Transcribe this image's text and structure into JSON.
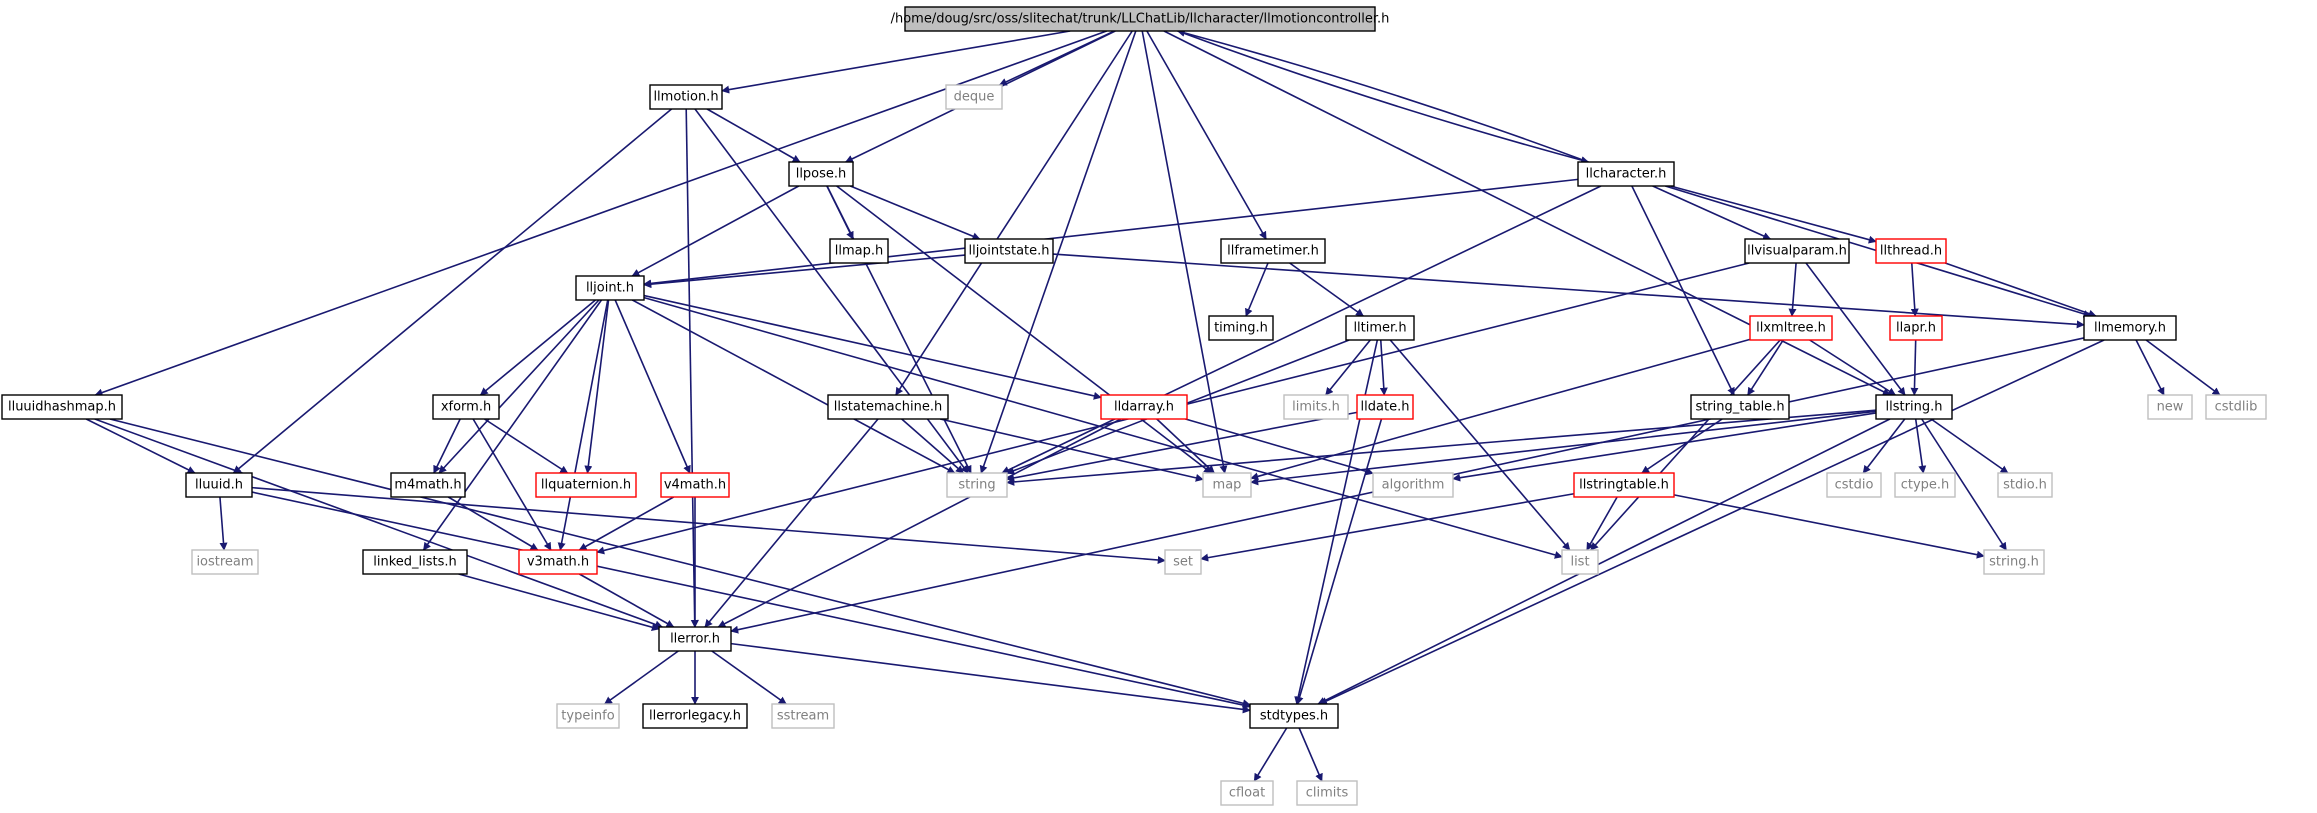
{
  "colors": {
    "edge": "#191970",
    "doc_border": "#000000",
    "doc_text": "#000000",
    "missing_border": "#bfbfbf",
    "missing_text": "#808080",
    "incomplete_border": "#ff0000",
    "root_fill": "#bfbfbf"
  },
  "nodes": [
    {
      "id": "root",
      "label": "/home/doug/src/oss/slitechat/trunk/LLChatLib/llcharacter/llmotioncontroller.h",
      "kind": "root"
    },
    {
      "id": "llmotion",
      "label": "llmotion.h",
      "kind": "doc"
    },
    {
      "id": "deque",
      "label": "deque",
      "kind": "missing"
    },
    {
      "id": "llcharacter",
      "label": "llcharacter.h",
      "kind": "doc"
    },
    {
      "id": "llpose",
      "label": "llpose.h",
      "kind": "doc"
    },
    {
      "id": "llmap",
      "label": "llmap.h",
      "kind": "doc"
    },
    {
      "id": "lljointstate",
      "label": "lljointstate.h",
      "kind": "doc"
    },
    {
      "id": "llframetimer",
      "label": "llframetimer.h",
      "kind": "doc"
    },
    {
      "id": "llvisualparam",
      "label": "llvisualparam.h",
      "kind": "doc"
    },
    {
      "id": "llthread",
      "label": "llthread.h",
      "kind": "incomplete"
    },
    {
      "id": "timing",
      "label": "timing.h",
      "kind": "doc"
    },
    {
      "id": "lltimer",
      "label": "lltimer.h",
      "kind": "doc"
    },
    {
      "id": "llxmltree",
      "label": "llxmltree.h",
      "kind": "incomplete"
    },
    {
      "id": "llapr",
      "label": "llapr.h",
      "kind": "incomplete"
    },
    {
      "id": "llmemory",
      "label": "llmemory.h",
      "kind": "doc"
    },
    {
      "id": "lljoint",
      "label": "lljoint.h",
      "kind": "doc"
    },
    {
      "id": "lluuidhashmap",
      "label": "lluuidhashmap.h",
      "kind": "doc"
    },
    {
      "id": "xform",
      "label": "xform.h",
      "kind": "doc"
    },
    {
      "id": "llstatemachine",
      "label": "llstatemachine.h",
      "kind": "doc"
    },
    {
      "id": "lldarray",
      "label": "lldarray.h",
      "kind": "incomplete"
    },
    {
      "id": "limits",
      "label": "limits.h",
      "kind": "missing"
    },
    {
      "id": "lldate",
      "label": "lldate.h",
      "kind": "incomplete"
    },
    {
      "id": "string_table",
      "label": "string_table.h",
      "kind": "doc"
    },
    {
      "id": "llstring",
      "label": "llstring.h",
      "kind": "doc"
    },
    {
      "id": "new",
      "label": "new",
      "kind": "missing"
    },
    {
      "id": "cstdlib",
      "label": "cstdlib",
      "kind": "missing"
    },
    {
      "id": "lluuid",
      "label": "lluuid.h",
      "kind": "doc"
    },
    {
      "id": "m4math",
      "label": "m4math.h",
      "kind": "doc"
    },
    {
      "id": "llquaternion",
      "label": "llquaternion.h",
      "kind": "incomplete"
    },
    {
      "id": "v4math",
      "label": "v4math.h",
      "kind": "incomplete"
    },
    {
      "id": "string",
      "label": "string",
      "kind": "missing"
    },
    {
      "id": "map",
      "label": "map",
      "kind": "missing"
    },
    {
      "id": "algorithm",
      "label": "algorithm",
      "kind": "missing"
    },
    {
      "id": "cstdio",
      "label": "cstdio",
      "kind": "missing"
    },
    {
      "id": "ctype",
      "label": "ctype.h",
      "kind": "missing"
    },
    {
      "id": "stdio",
      "label": "stdio.h",
      "kind": "missing"
    },
    {
      "id": "llstringtable",
      "label": "llstringtable.h",
      "kind": "incomplete"
    },
    {
      "id": "iostream",
      "label": "iostream",
      "kind": "missing"
    },
    {
      "id": "linked_lists",
      "label": "linked_lists.h",
      "kind": "doc"
    },
    {
      "id": "v3math",
      "label": "v3math.h",
      "kind": "incomplete"
    },
    {
      "id": "set",
      "label": "set",
      "kind": "missing"
    },
    {
      "id": "list",
      "label": "list",
      "kind": "missing"
    },
    {
      "id": "stringh",
      "label": "string.h",
      "kind": "missing"
    },
    {
      "id": "llerror",
      "label": "llerror.h",
      "kind": "doc"
    },
    {
      "id": "typeinfo",
      "label": "typeinfo",
      "kind": "missing"
    },
    {
      "id": "llerrorlegacy",
      "label": "llerrorlegacy.h",
      "kind": "doc"
    },
    {
      "id": "sstream",
      "label": "sstream",
      "kind": "missing"
    },
    {
      "id": "stdtypes",
      "label": "stdtypes.h",
      "kind": "doc"
    },
    {
      "id": "cfloat",
      "label": "cfloat",
      "kind": "missing"
    },
    {
      "id": "climits",
      "label": "climits",
      "kind": "missing"
    }
  ],
  "edges": [
    [
      "root",
      "llmotion"
    ],
    [
      "root",
      "deque"
    ],
    [
      "root",
      "llpose"
    ],
    [
      "root",
      "llstatemachine"
    ],
    [
      "root",
      "string"
    ],
    [
      "root",
      "map"
    ],
    [
      "root",
      "llframetimer"
    ],
    [
      "root",
      "llcharacter"
    ],
    [
      "root",
      "lluuidhashmap"
    ],
    [
      "root",
      "llstring"
    ],
    [
      "llcharacter",
      "root"
    ],
    [
      "llcharacter",
      "lljoint"
    ],
    [
      "llcharacter",
      "string"
    ],
    [
      "llcharacter",
      "llvisualparam"
    ],
    [
      "llcharacter",
      "llthread"
    ],
    [
      "llcharacter",
      "llmemory"
    ],
    [
      "llcharacter",
      "string_table"
    ],
    [
      "llmotion",
      "llpose"
    ],
    [
      "llmotion",
      "string"
    ],
    [
      "llmotion",
      "lluuid"
    ],
    [
      "llmotion",
      "llerror"
    ],
    [
      "llpose",
      "llmap"
    ],
    [
      "llpose",
      "lljointstate"
    ],
    [
      "llpose",
      "lljoint"
    ],
    [
      "llpose",
      "string"
    ],
    [
      "llpose",
      "map"
    ],
    [
      "lljointstate",
      "lljoint"
    ],
    [
      "lljointstate",
      "llmemory"
    ],
    [
      "llframetimer",
      "timing"
    ],
    [
      "llframetimer",
      "lltimer"
    ],
    [
      "lltimer",
      "limits"
    ],
    [
      "lltimer",
      "lldate"
    ],
    [
      "lltimer",
      "string"
    ],
    [
      "lltimer",
      "list"
    ],
    [
      "lltimer",
      "stdtypes"
    ],
    [
      "lldate",
      "string"
    ],
    [
      "lldate",
      "stdtypes"
    ],
    [
      "llvisualparam",
      "llxmltree"
    ],
    [
      "llvisualparam",
      "llstring"
    ],
    [
      "llvisualparam",
      "v3math"
    ],
    [
      "llxmltree",
      "string_table"
    ],
    [
      "llxmltree",
      "llstring"
    ],
    [
      "llxmltree",
      "map"
    ],
    [
      "llxmltree",
      "list"
    ],
    [
      "llthread",
      "llapr"
    ],
    [
      "llthread",
      "llmemory"
    ],
    [
      "llapr",
      "llstring"
    ],
    [
      "llmemory",
      "new"
    ],
    [
      "llmemory",
      "cstdlib"
    ],
    [
      "llmemory",
      "llerror"
    ],
    [
      "llmemory",
      "stdtypes"
    ],
    [
      "string_table",
      "llstringtable"
    ],
    [
      "llstringtable",
      "list"
    ],
    [
      "llstringtable",
      "set"
    ],
    [
      "llstringtable",
      "stringh"
    ],
    [
      "llstring",
      "string"
    ],
    [
      "llstring",
      "map"
    ],
    [
      "llstring",
      "algorithm"
    ],
    [
      "llstring",
      "cstdio"
    ],
    [
      "llstring",
      "ctype"
    ],
    [
      "llstring",
      "stdio"
    ],
    [
      "llstring",
      "stringh"
    ],
    [
      "llstring",
      "stdtypes"
    ],
    [
      "lljoint",
      "xform"
    ],
    [
      "lljoint",
      "m4math"
    ],
    [
      "lljoint",
      "llquaternion"
    ],
    [
      "lljoint",
      "v4math"
    ],
    [
      "lljoint",
      "v3math"
    ],
    [
      "lljoint",
      "linked_lists"
    ],
    [
      "lljoint",
      "string"
    ],
    [
      "lljoint",
      "list"
    ],
    [
      "lljoint",
      "lldarray"
    ],
    [
      "xform",
      "m4math"
    ],
    [
      "xform",
      "llquaternion"
    ],
    [
      "xform",
      "v3math"
    ],
    [
      "m4math",
      "v3math"
    ],
    [
      "v4math",
      "v3math"
    ],
    [
      "v4math",
      "llerror"
    ],
    [
      "v3math",
      "llerror"
    ],
    [
      "lldarray",
      "llerror"
    ],
    [
      "lldarray",
      "map"
    ],
    [
      "lldarray",
      "algorithm"
    ],
    [
      "llstatemachine",
      "string"
    ],
    [
      "llstatemachine",
      "map"
    ],
    [
      "llstatemachine",
      "llerror"
    ],
    [
      "lluuidhashmap",
      "lluuid"
    ],
    [
      "lluuidhashmap",
      "llerror"
    ],
    [
      "lluuidhashmap",
      "stdtypes"
    ],
    [
      "lluuid",
      "iostream"
    ],
    [
      "lluuid",
      "set"
    ],
    [
      "lluuid",
      "stdtypes"
    ],
    [
      "linked_lists",
      "llerror"
    ],
    [
      "llerror",
      "typeinfo"
    ],
    [
      "llerror",
      "llerrorlegacy"
    ],
    [
      "llerror",
      "sstream"
    ],
    [
      "llerror",
      "stdtypes"
    ],
    [
      "stdtypes",
      "cfloat"
    ],
    [
      "stdtypes",
      "climits"
    ]
  ]
}
